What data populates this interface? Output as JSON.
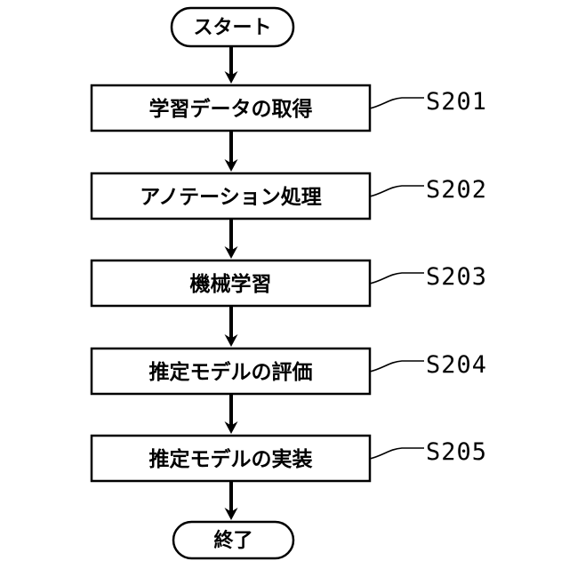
{
  "flow": {
    "start_label": "スタート",
    "end_label": "終了",
    "steps": [
      {
        "label": "学習データの取得",
        "id": "S201"
      },
      {
        "label": "アノテーション処理",
        "id": "S202"
      },
      {
        "label": "機械学習",
        "id": "S203"
      },
      {
        "label": "推定モデルの評価",
        "id": "S204"
      },
      {
        "label": "推定モデルの実装",
        "id": "S205"
      }
    ],
    "colors": {
      "stroke": "#000000",
      "background": "#ffffff",
      "text": "#000000"
    }
  }
}
